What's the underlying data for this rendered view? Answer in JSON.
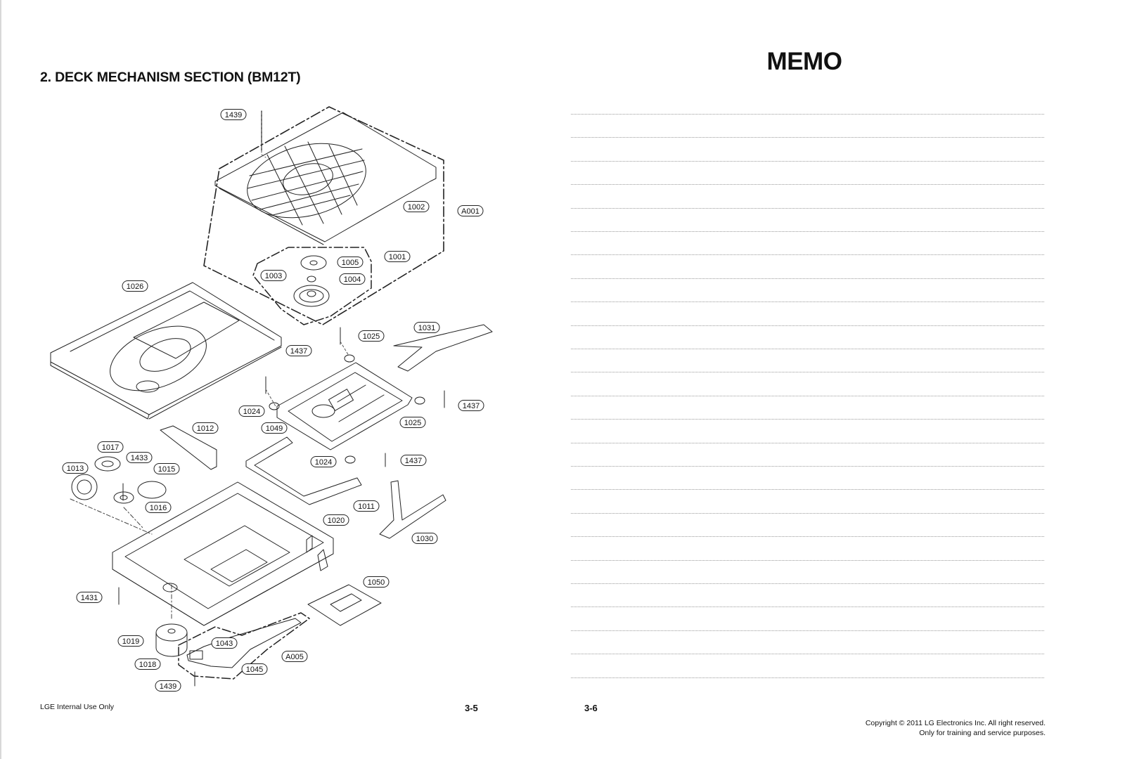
{
  "left_page": {
    "section_title": "2. DECK MECHANISM SECTION (BM12T)",
    "footer_left": "LGE Internal Use Only",
    "page_number": "3-5"
  },
  "right_page": {
    "memo_title": "MEMO",
    "page_number": "3-6",
    "copyright_line1": "Copyright © 2011 LG Electronics Inc. All right reserved.",
    "copyright_line2": "Only for training and service purposes.",
    "memo_line_count": 25
  },
  "diagram": {
    "callouts": [
      "1439",
      "1002",
      "A001",
      "1001",
      "1005",
      "1003",
      "1004",
      "1026",
      "1031",
      "1025",
      "1437",
      "1024",
      "1437",
      "1049",
      "1025",
      "1012",
      "1017",
      "1433",
      "1013",
      "1015",
      "1024",
      "1437",
      "1016",
      "1011",
      "1020",
      "1030",
      "1050",
      "1431",
      "1043",
      "1019",
      "A005",
      "1018",
      "1045",
      "1439"
    ]
  }
}
